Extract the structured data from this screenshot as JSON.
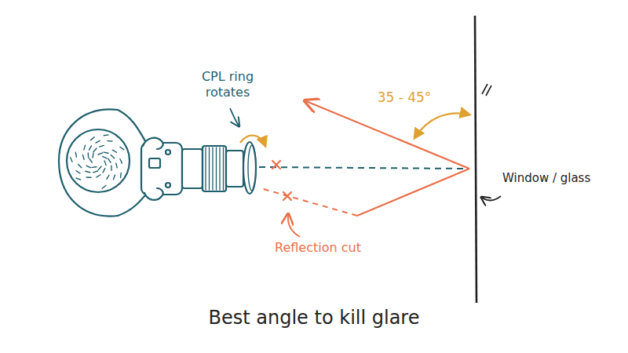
{
  "diagram": {
    "caption": "Best angle to kill glare",
    "labels": [
      "CPL ring rotates",
      "35 - 45°",
      "Window / glass",
      "Reflection cut"
    ]
  }
}
